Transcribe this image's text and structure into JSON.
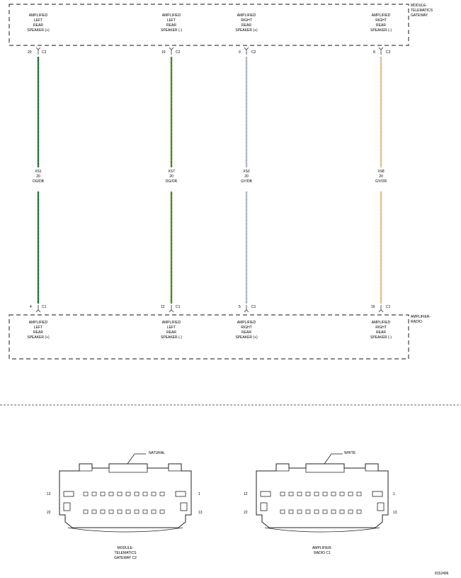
{
  "top_module": {
    "lines": [
      "MODULE-",
      "TELEMATICS",
      "GATEWAY"
    ]
  },
  "bottom_module": {
    "lines": [
      "AMPLIFIER-",
      "RADIO"
    ]
  },
  "circuits": [
    {
      "top_label": [
        "AMPLIFIED",
        "LEFT",
        "REAR",
        "SPEAKER (+)"
      ],
      "top_pin": "20",
      "top_conn": "C2",
      "wire": {
        "id": "XS1",
        "gauge": "20",
        "color": "DG/DB"
      },
      "bottom_pin": "4",
      "bottom_conn": "C1",
      "bottom_label": [
        "AMPLIFIED",
        "LEFT",
        "REAR",
        "SPEAKER (+)"
      ],
      "stroke": "#2e7d32",
      "stripe": "#1e3a8a"
    },
    {
      "top_label": [
        "AMPLIFIED",
        "LEFT",
        "REAR",
        "SPEAKER (-)"
      ],
      "top_pin": "19",
      "top_conn": "C2",
      "wire": {
        "id": "XS7",
        "gauge": "20",
        "color": "DG/OR"
      },
      "bottom_pin": "12",
      "bottom_conn": "C1",
      "bottom_label": [
        "AMPLIFIED",
        "LEFT",
        "REAR",
        "SPEAKER (-)"
      ],
      "stroke": "#3a8a1e",
      "stripe": "#c8901a"
    },
    {
      "top_label": [
        "AMPLIFIED",
        "RIGHT",
        "REAR",
        "SPEAKER (+)"
      ],
      "top_pin": "9",
      "top_conn": "C2",
      "wire": {
        "id": "XS2",
        "gauge": "20",
        "color": "GY/DB"
      },
      "bottom_pin": "5",
      "bottom_conn": "C1",
      "bottom_label": [
        "AMPLIFIED",
        "RIGHT",
        "REAR",
        "SPEAKER (+)"
      ],
      "stroke": "#b8bec8",
      "stripe": "#8a9cc8"
    },
    {
      "top_label": [
        "AMPLIFIED",
        "RIGHT",
        "REAR",
        "SPEAKER (-)"
      ],
      "top_pin": "8",
      "top_conn": "C2",
      "wire": {
        "id": "XS8",
        "gauge": "20",
        "color": "GY/OR"
      },
      "bottom_pin": "16",
      "bottom_conn": "C1",
      "bottom_label": [
        "AMPLIFIED",
        "RIGHT",
        "REAR",
        "SPEAKER (-)"
      ],
      "stroke": "#e3c39a",
      "stripe": "#e0a060"
    }
  ],
  "connectors": [
    {
      "color_label": "NATURAL",
      "pin_top_left": "12",
      "pin_top_right": "1",
      "pin_bottom_left": "22",
      "pin_bottom_right": "13",
      "caption": [
        "MODULE-",
        "TELEMATICS",
        "GATEWAY C2"
      ]
    },
    {
      "color_label": "WHITE",
      "pin_top_left": "12",
      "pin_top_right": "1",
      "pin_bottom_left": "22",
      "pin_bottom_right": "13",
      "caption": [
        "AMPLIFIER-",
        "RADIO C1"
      ]
    }
  ],
  "figure_id": "8152496"
}
